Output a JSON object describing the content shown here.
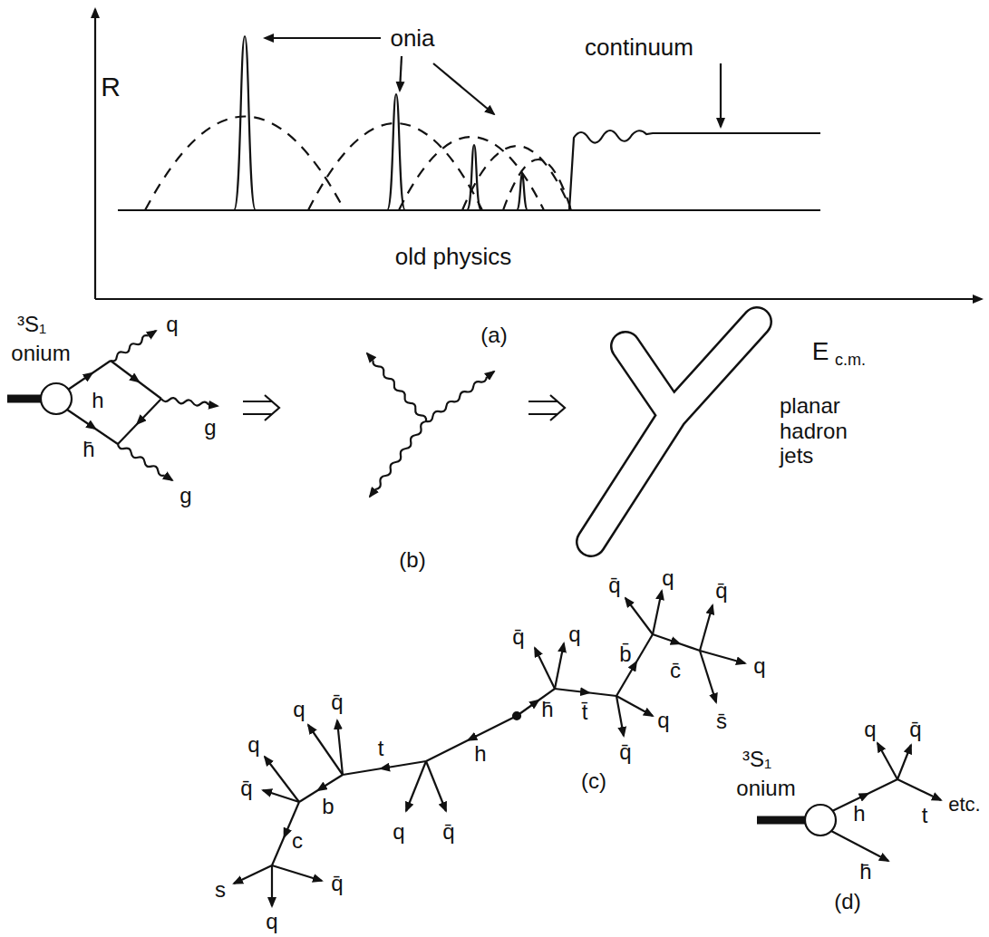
{
  "diagram": {
    "labels": [
      "R",
      "onia",
      "continuum",
      "old physics",
      "(a)",
      "E",
      "c.m.",
      "³S₁",
      "onium",
      "q",
      "h",
      "g",
      "h̄",
      "g",
      "planar hadron jets",
      "(b)",
      "q̄",
      "q",
      "h̄",
      "t̄",
      "q̄",
      "q",
      "b̄",
      "q̄",
      "q",
      "c̄",
      "q̄",
      "q",
      "s̄",
      "h",
      "t",
      "q̄",
      "q",
      "q̄",
      "q",
      "b",
      "q",
      "q̄",
      "c",
      "s",
      "q",
      "q̄",
      "(c)",
      "³S₁",
      "onium",
      "h",
      "h̄",
      "q",
      "q̄",
      "t",
      "etc.",
      "(d)"
    ]
  }
}
